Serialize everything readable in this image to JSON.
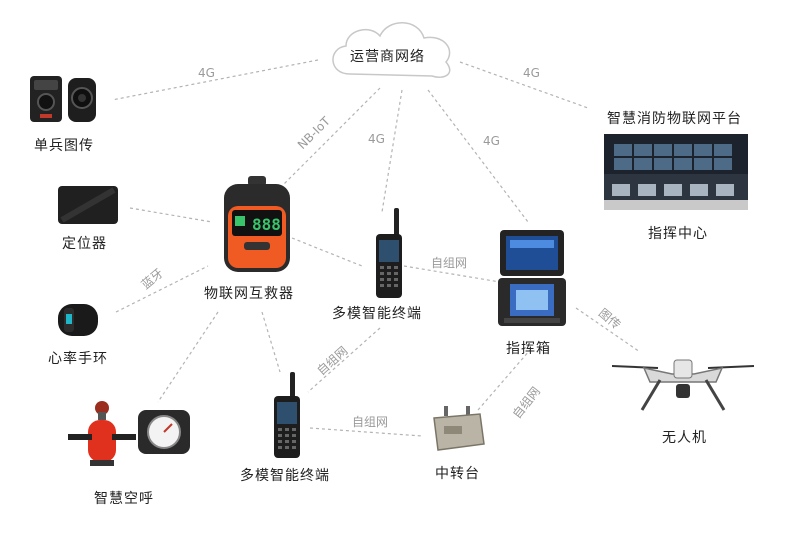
{
  "nodes": {
    "cloud": "运营商网络",
    "bodycam": "单兵图传",
    "locator": "定位器",
    "hr_band": "心率手环",
    "smart_air": "智慧空呼",
    "rescuer": "物联网互救器",
    "terminal_top": "多模智能终端",
    "terminal_bottom": "多模智能终端",
    "relay": "中转台",
    "command_box": "指挥箱",
    "drone": "无人机",
    "platform": "智慧消防物联网平台",
    "command_center": "指挥中心"
  },
  "edges": {
    "cloud_bodycam": "4G",
    "cloud_platform": "4G",
    "cloud_rescuer": "NB-IoT",
    "cloud_terminal": "4G",
    "cloud_box": "4G",
    "band_rescuer": "蓝牙",
    "terminal_box": "自组网",
    "terminal_terminal": "自组网",
    "terminal_relay": "自组网",
    "relay_box": "自组网",
    "box_drone": "图传"
  },
  "device_text": {
    "rescuer_screen": "888"
  },
  "colors": {
    "link": "#b3b3b3",
    "edge_label": "#9a9a9a",
    "rescuer_orange": "#f05a23",
    "screen_green": "#39c46b"
  }
}
